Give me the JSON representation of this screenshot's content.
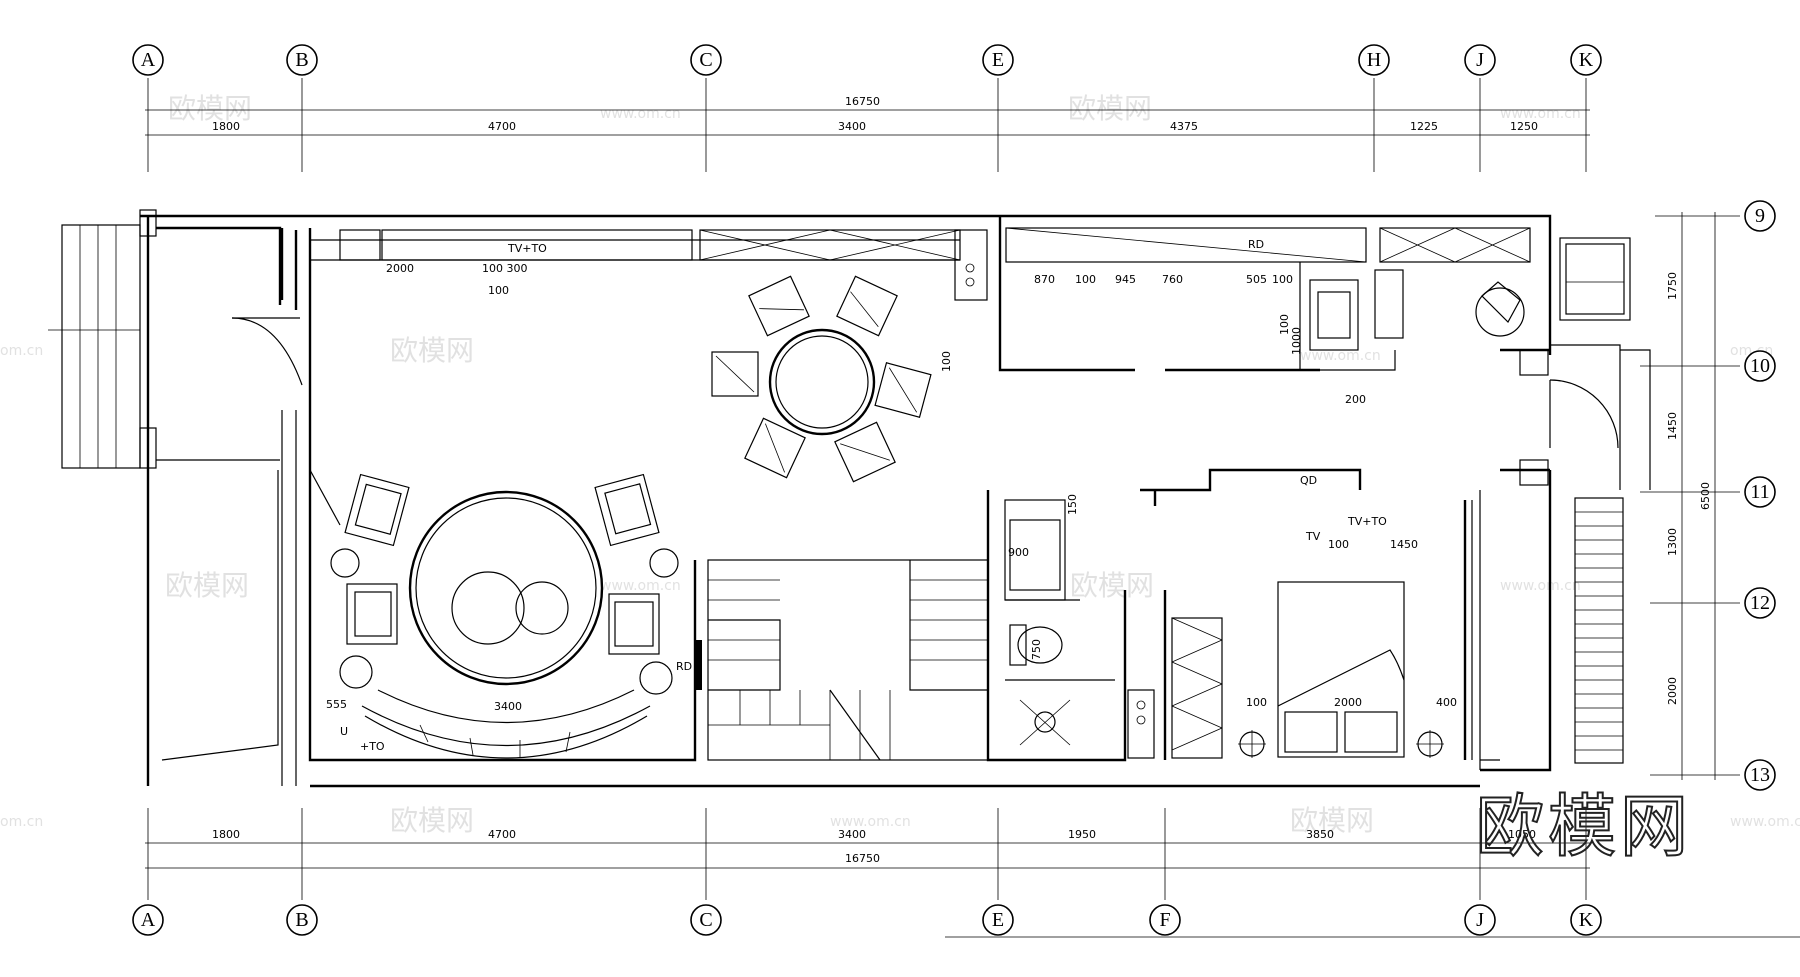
{
  "grid": {
    "top_axes": [
      "A",
      "B",
      "C",
      "E",
      "H",
      "J",
      "K"
    ],
    "bottom_axes": [
      "A",
      "B",
      "C",
      "E",
      "F",
      "J",
      "K"
    ],
    "right_axes": [
      "9",
      "10",
      "11",
      "12",
      "13"
    ]
  },
  "dims": {
    "top_total": "16750",
    "top_segments": [
      "1800",
      "4700",
      "3400",
      "4375",
      "1225",
      "1250"
    ],
    "bottom_segments": [
      "1800",
      "4700",
      "3400",
      "1950",
      "3850",
      "1050"
    ],
    "bottom_total": "16750",
    "right_segments": [
      "1750",
      "1450",
      "1300",
      "2000"
    ],
    "right_total": "6500"
  },
  "labels": {
    "l2000": "2000",
    "l100_300": "100 300",
    "l100a": "100",
    "tv_to_1": "TV+TO",
    "k870": "870",
    "k100a": "100",
    "k945": "945",
    "k760": "760",
    "k505": "505",
    "k100b": "100",
    "rd_top": "RD",
    "k100c": "100",
    "k100d": "100",
    "k1000": "1000",
    "k200": "200",
    "qd": "QD",
    "tv_to_2": "TV+TO",
    "tv": "TV",
    "k100e": "100",
    "k1450": "1450",
    "k150": "150",
    "k900": "900",
    "k750": "750",
    "rd_living": "RD",
    "sofa_3400": "3400",
    "k555": "555",
    "u": "U",
    "to": "+TO",
    "bed_100": "100",
    "bed_2000": "2000",
    "bed_400": "400"
  },
  "watermarks": {
    "cn": "欧模网",
    "url": "www.om.cn",
    "domain_frag": "om.cn"
  },
  "brand": "欧模网"
}
